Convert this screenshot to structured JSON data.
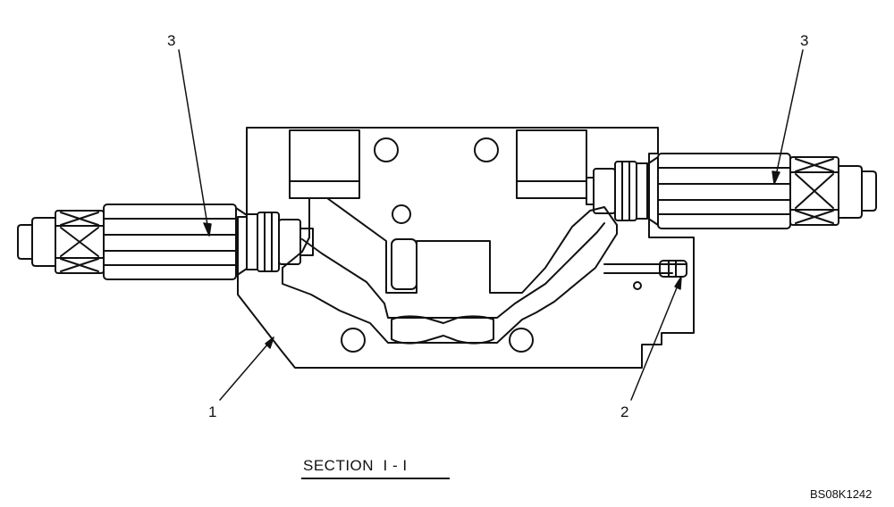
{
  "callouts": [
    {
      "id": "callout-1",
      "text": "1"
    },
    {
      "id": "callout-2",
      "text": "2"
    },
    {
      "id": "callout-3-left",
      "text": "3"
    },
    {
      "id": "callout-3-right",
      "text": "3"
    }
  ],
  "section_title": "SECTION  I - I",
  "drawing_code": "BS08K1242"
}
